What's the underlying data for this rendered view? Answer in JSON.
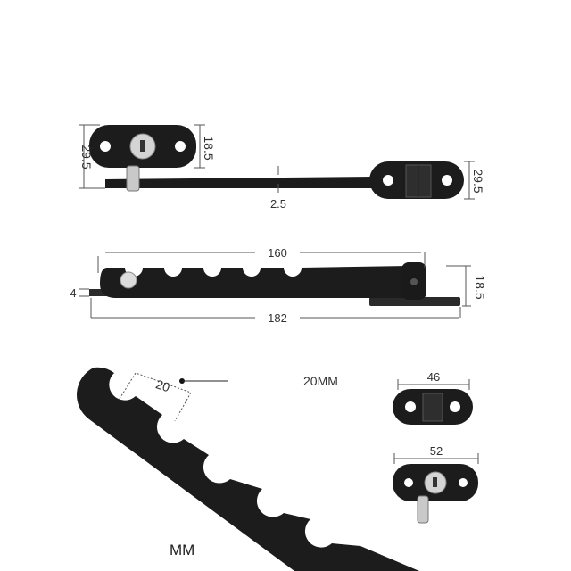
{
  "colors": {
    "metal": "#1c1c1c",
    "metal_edge": "#0a0a0a",
    "hole": "#ffffff",
    "silver": "#c9c9c9",
    "dim_line": "#555555"
  },
  "top_view": {
    "dim_height_left": "29.5",
    "dim_lock_height": "18.5",
    "dim_thickness": "2.5",
    "dim_height_right": "29.5"
  },
  "side_view": {
    "dim_slot_length": "160",
    "dim_total_length": "182",
    "dim_base_thickness": "4",
    "dim_bracket_height": "18.5"
  },
  "detail_view": {
    "dim_slot_pitch": "20",
    "unit_label": "20MM",
    "unit_mm": "MM",
    "dim_bracket_width": "46",
    "dim_lock_width": "52"
  }
}
